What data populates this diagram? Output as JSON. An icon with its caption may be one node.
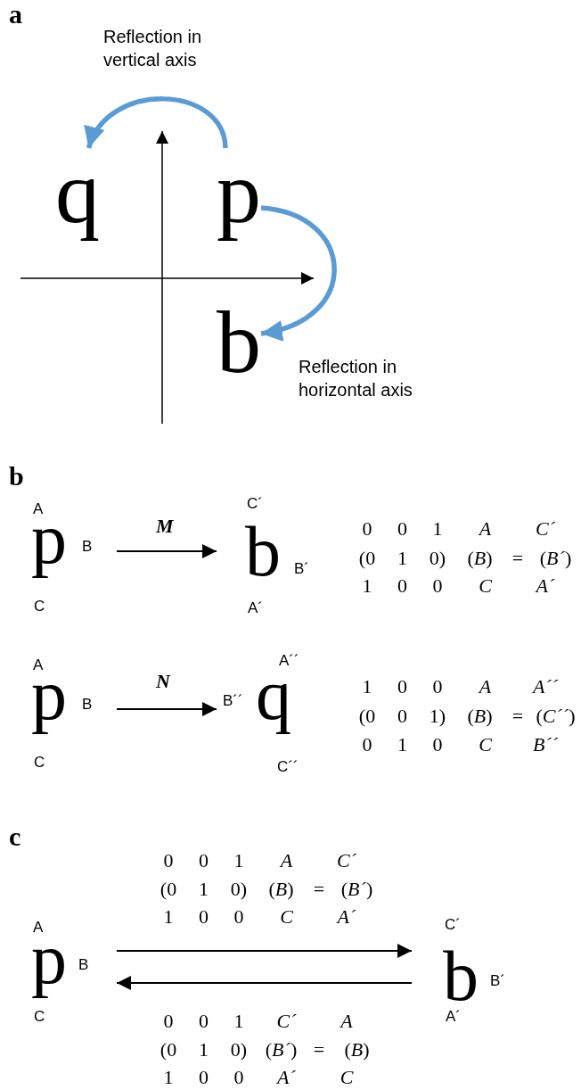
{
  "diagram": {
    "nodes": [
      {
        "text": [
          "q"
        ]
      },
      {
        "text": [
          "p"
        ]
      },
      {
        "text": [
          "b"
        ]
      },
      {
        "text": [
          "p"
        ],
        "beside": [
          "A",
          "B",
          "C"
        ]
      },
      {
        "text": [
          "b"
        ],
        "beside": [
          "C´",
          "B´",
          "A´"
        ]
      },
      {
        "text": [
          "p"
        ],
        "beside": [
          "A",
          "B",
          "C"
        ]
      },
      {
        "text": [
          "q"
        ],
        "beside": [
          "A´´",
          "B´´",
          "C´´"
        ]
      },
      {
        "text": [
          "p"
        ],
        "beside": [
          "A",
          "B",
          "C"
        ]
      },
      {
        "text": [
          "b"
        ],
        "beside": [
          "C´",
          "B´",
          "A´"
        ]
      }
    ],
    "edges": [
      {
        "from": 1,
        "to": 0,
        "arrow": "to",
        "label": "Reflection in vertical axis",
        "style": "thick",
        "color": "#5b9bd5"
      },
      {
        "from": 1,
        "to": 2,
        "arrow": "to",
        "label": "Reflection in horizontal axis",
        "style": "thick",
        "color": "#5b9bd5"
      },
      {
        "from": 3,
        "to": 4,
        "arrow": "to",
        "label": "M"
      },
      {
        "from": 5,
        "to": 6,
        "arrow": "to",
        "label": "N"
      },
      {
        "from": 7,
        "to": 8,
        "arrow": "to"
      },
      {
        "from": 8,
        "to": 7,
        "arrow": "to"
      }
    ],
    "labels": [
      "a",
      "b",
      "0 0 1 *A* *C´*",
      "(0 1 0) (*B*) = (*B´*)",
      "1 0 0 *C* *A´*",
      "1 0 0 *A* *A´´*",
      "(0 0 1) (*B*) = (*C´´*)",
      "0 1 0 *C* *B´´*",
      "c",
      "0 0 1 *A* *C´*",
      "(0 1 0) (*B*) = (*B´*)",
      "1 0 0 *C* *A´*",
      "0 0 1 *C´* *A*",
      "(0 1 0) (*B´*) = (*B*)",
      "1 0 0 *A´* *C*"
    ]
  }
}
